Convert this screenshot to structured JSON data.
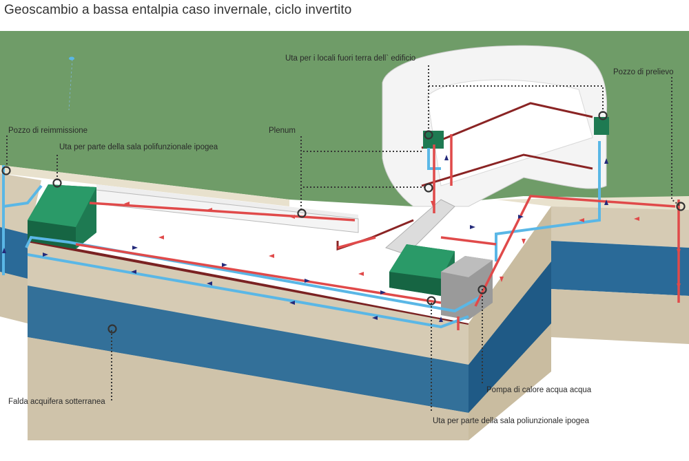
{
  "title": "Geoscambio a bassa entalpia caso invernale, ciclo invertito",
  "labels": {
    "uta_fuori_terra": "Uta per i locali fuori terra dell` edificio",
    "pozzo_prelievo": "Pozzo di prelievo",
    "pozzo_reimmissione": "Pozzo di reimmissione",
    "uta_sala_polifunzionale": "Uta per parte della sala polifunzionale ipogea",
    "plenum": "Plenum",
    "pompa_calore": "Pompa di calore acqua acqua",
    "falda": "Falda acquifera sotterranea",
    "uta_sala_poliunzionale": "Uta per parte della sala poliunzionale ipogea"
  },
  "colors": {
    "grass": "#6f9c68",
    "soil": "#d6cbb4",
    "aquifer": "#2a6a98",
    "hot_pipe": "#e04a4a",
    "cold_pipe": "#5ab7e6",
    "ahu": "#1e7a52",
    "heat_pump": "#9a9a9a",
    "wall_section": "#8a2424",
    "arrow_blue": "#242a7a"
  }
}
